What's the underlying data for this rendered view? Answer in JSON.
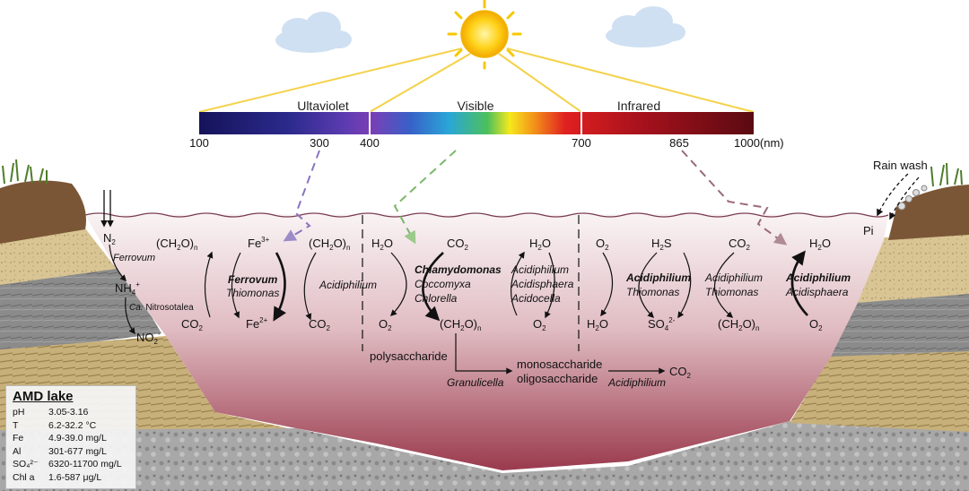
{
  "spectrum": {
    "regions": [
      "Ultaviolet",
      "Visible",
      "Infrared"
    ],
    "ticks": [
      "100",
      "300",
      "400",
      "700",
      "865",
      "1000(nm)"
    ]
  },
  "rain": {
    "label": "Rain wash",
    "pi": "Pi"
  },
  "nitrogen": {
    "n2": "N",
    "n2_sub": "2",
    "nh4": "NH",
    "nh4_sub": "4",
    "nh4_sup": "+",
    "no2": "NO",
    "no2_sub": "2",
    "no2_sup": "-",
    "ferrovum": "Ferrovum",
    "ca": "Ca.",
    "nitrosotalea": "Nitrosotalea"
  },
  "iron": {
    "ch2o_left": "(CH",
    "ch2o_sub": "2",
    "ch2o_end": "O)",
    "n": "n",
    "fe3": "Fe",
    "fe3_sup": "3+",
    "fe2": "Fe",
    "fe2_sup": "2+",
    "co2": "CO",
    "co2_sub": "2",
    "ferrovum": "Ferrovum",
    "thiomonas": "Thiomonas",
    "acidiphilium": "Acidiphilium"
  },
  "photo": {
    "h2o": "H",
    "o_end": "O",
    "sub2": "2",
    "co2": "CO",
    "chlamydomonas": "Chlamydomonas",
    "coccomyxa": "Coccomyxa",
    "chlorella": "Chlorella",
    "acidiphilium": "Acidiphilium",
    "acidisphaera": "Acidisphaera",
    "acidocella": "Acidocella",
    "o2": "O"
  },
  "sulfur": {
    "h2s": "H",
    "s": "S",
    "so4": "SO",
    "so4_sup": "2-",
    "acidiphilium": "Acidiphilium",
    "thiomonas": "Thiomonas",
    "acidisphaera": "Acidisphaera"
  },
  "carbon": {
    "polysaccharide": "polysaccharide",
    "monosaccharide": "monosaccharide",
    "oligosaccharide": "oligosaccharide",
    "granulicella": "Granulicella",
    "acidiphilium": "Acidiphilium",
    "co2": "CO",
    "co2_sub": "2"
  },
  "info": {
    "title": "AMD lake",
    "rows": [
      {
        "key": "pH",
        "value": "3.05-3.16"
      },
      {
        "key": "T",
        "value": "6.2-32.2 °C"
      },
      {
        "key": "Fe",
        "value": "4.9-39.0 mg/L"
      },
      {
        "key": "Al",
        "value": "301-677 mg/L"
      },
      {
        "key": "SO₄²⁻",
        "value": "6320-11700 mg/L"
      },
      {
        "key": "Chl a",
        "value": "1.6-587 μg/L"
      }
    ]
  },
  "colors": {
    "lake_top": "#f7f0f1",
    "lake_bottom": "#9c3d4f",
    "sun": "#f6c800"
  }
}
